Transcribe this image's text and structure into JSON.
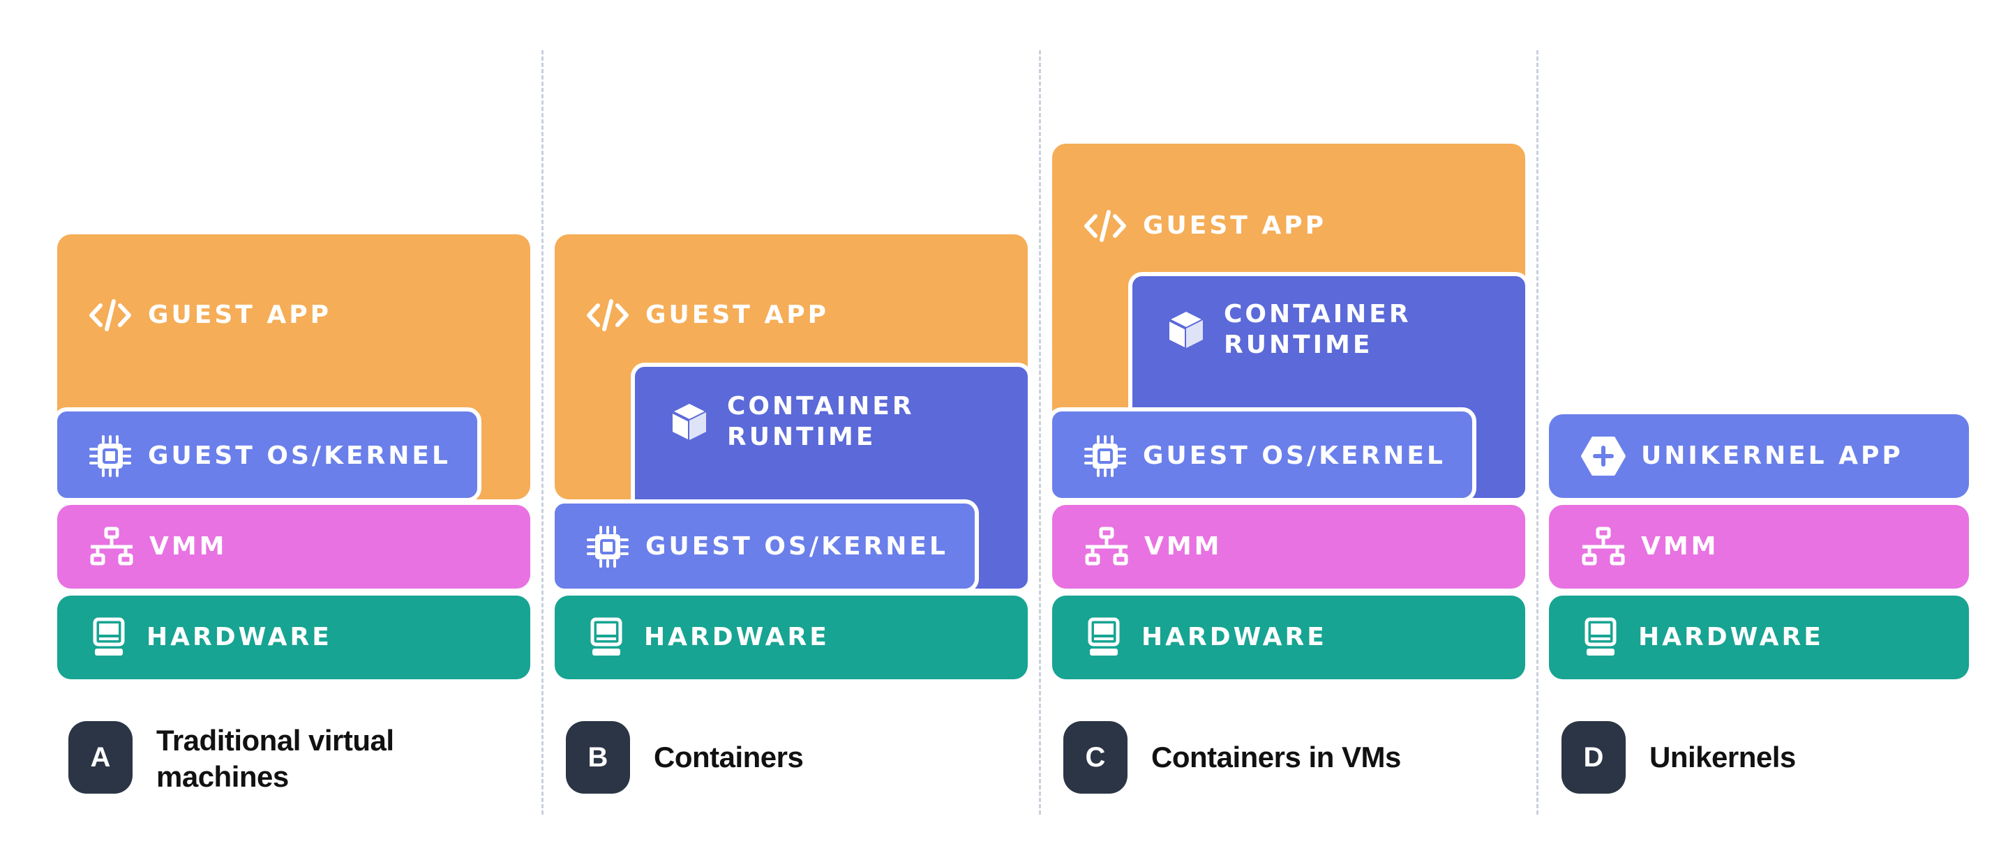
{
  "colors": {
    "guest_app": "#f5ad57",
    "container_runtime": "#5b69d9",
    "guest_os": "#6a7fea",
    "unikernel_app": "#6a7fea",
    "vmm": "#e872e2",
    "hardware": "#17a492",
    "badge": "#2b3545"
  },
  "layers": {
    "guest_app": "GUEST APP",
    "container_runtime": [
      "CONTAINER",
      "RUNTIME"
    ],
    "guest_os": "GUEST OS/KERNEL",
    "vmm": "VMM",
    "hardware": "HARDWARE",
    "unikernel_app": "UNIKERNEL APP"
  },
  "icons": {
    "guest_app": "code-icon",
    "container_runtime": "cube-icon",
    "guest_os": "chip-icon",
    "vmm": "network-icon",
    "hardware": "computer-icon",
    "unikernel_app": "hexagon-plus-icon"
  },
  "captions": [
    {
      "letter": "A",
      "lines": [
        "Traditional virtual",
        "machines"
      ]
    },
    {
      "letter": "B",
      "lines": [
        "Containers"
      ]
    },
    {
      "letter": "C",
      "lines": [
        "Containers in VMs"
      ]
    },
    {
      "letter": "D",
      "lines": [
        "Unikernels"
      ]
    }
  ]
}
